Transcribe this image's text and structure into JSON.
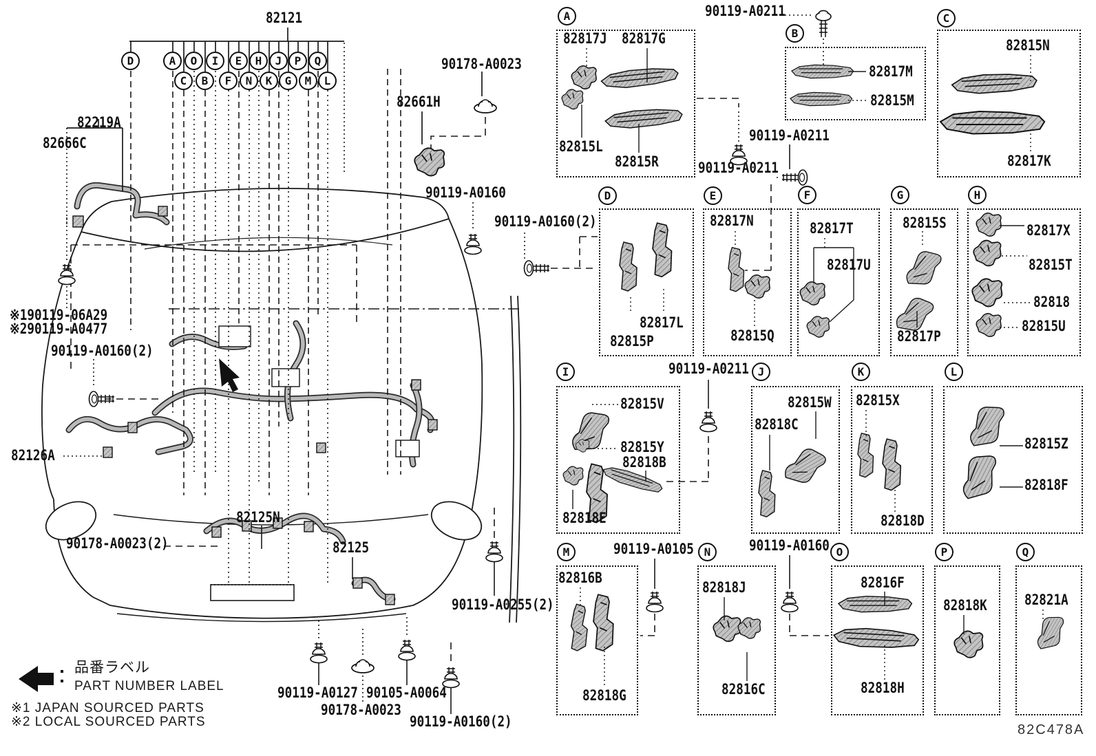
{
  "diagram_code": "82C478A",
  "legend": {
    "arrow_jp": "品番ラベル",
    "arrow_en": "PART NUMBER LABEL",
    "note1": "※1 JAPAN SOURCED PARTS",
    "note2": "※2 LOCAL SOURCED PARTS"
  },
  "circles": {
    "row1": [
      "D",
      "A",
      "O",
      "I",
      "E",
      "H",
      "J",
      "P",
      "Q"
    ],
    "row2": [
      "C",
      "B",
      "F",
      "N",
      "K",
      "G",
      "M",
      "L"
    ]
  },
  "main_labels": {
    "harness": "82121",
    "p82219A": "82219A",
    "p82666C": "82666C",
    "p82661H": "82661H",
    "p82126A": "82126A",
    "p82125N": "82125N",
    "p82125": "82125",
    "f90178_top": "90178-A0023",
    "f90119_0160": "90119-A0160",
    "f90119_0160_2a": "90119-A0160(2)",
    "fjp1": "※190119-06A29",
    "fjp2": "※290119-A0477",
    "f90119_0160_2b": "90119-A0160(2)",
    "f90178_2": "90178-A0023(2)",
    "f90119_0127": "90119-A0127",
    "f90105_0064": "90105-A0064",
    "f90178_bot": "90178-A0023",
    "f90119_0160_2c": "90119-A0160(2)",
    "f90119_0255_2": "90119-A0255(2)"
  },
  "right_labels": {
    "a0211_top": "90119-A0211",
    "a0211_mid1": "90119-A0211",
    "a0211_mid2": "90119-A0211",
    "a0211_i": "90119-A0211",
    "a0160_2_d": "90119-A0160(2)",
    "a0105_m": "90119-A0105",
    "a0160_n": "90119-A0160"
  },
  "boxes": [
    {
      "letter": "A",
      "parts": [
        "82817J",
        "82817G",
        "82815L",
        "82815R"
      ]
    },
    {
      "letter": "B",
      "parts": [
        "82817M",
        "82815M"
      ]
    },
    {
      "letter": "C",
      "parts": [
        "82815N",
        "82817K"
      ]
    },
    {
      "letter": "D",
      "parts": [
        "82817L",
        "82815P"
      ]
    },
    {
      "letter": "E",
      "parts": [
        "82817N",
        "82815Q"
      ]
    },
    {
      "letter": "F",
      "parts": [
        "82817T",
        "82817U"
      ]
    },
    {
      "letter": "G",
      "parts": [
        "82815S",
        "82817P"
      ]
    },
    {
      "letter": "H",
      "parts": [
        "82817X",
        "82815T",
        "82818",
        "82815U"
      ]
    },
    {
      "letter": "I",
      "parts": [
        "82815V",
        "82815Y",
        "82818B",
        "82818E"
      ]
    },
    {
      "letter": "J",
      "parts": [
        "82815W",
        "82818C"
      ]
    },
    {
      "letter": "K",
      "parts": [
        "82815X",
        "82818D"
      ]
    },
    {
      "letter": "L",
      "parts": [
        "82815Z",
        "82818F"
      ]
    },
    {
      "letter": "M",
      "parts": [
        "82816B",
        "82818G"
      ]
    },
    {
      "letter": "N",
      "parts": [
        "82818J",
        "82816C"
      ]
    },
    {
      "letter": "O",
      "parts": [
        "82816F",
        "82818H"
      ]
    },
    {
      "letter": "P",
      "parts": [
        "82818K"
      ]
    },
    {
      "letter": "Q",
      "parts": [
        "82821A"
      ]
    }
  ],
  "colors": {
    "ink": "#1a1a1a",
    "part_fill": "#c4c4c4"
  }
}
